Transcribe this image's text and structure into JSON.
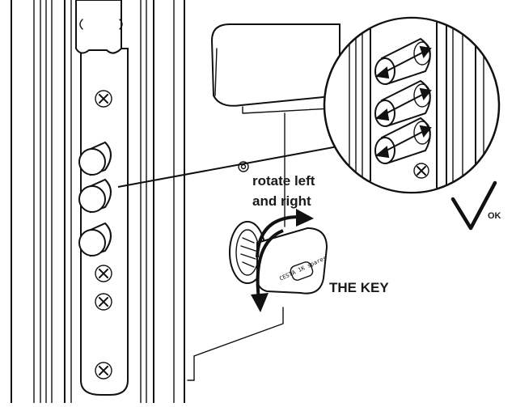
{
  "labels": {
    "instruction_line1": "rotate left",
    "instruction_line2": "and right",
    "key": "THE KEY",
    "ok": "OK"
  },
  "key_engraving": "CESTA 1K spares"
}
